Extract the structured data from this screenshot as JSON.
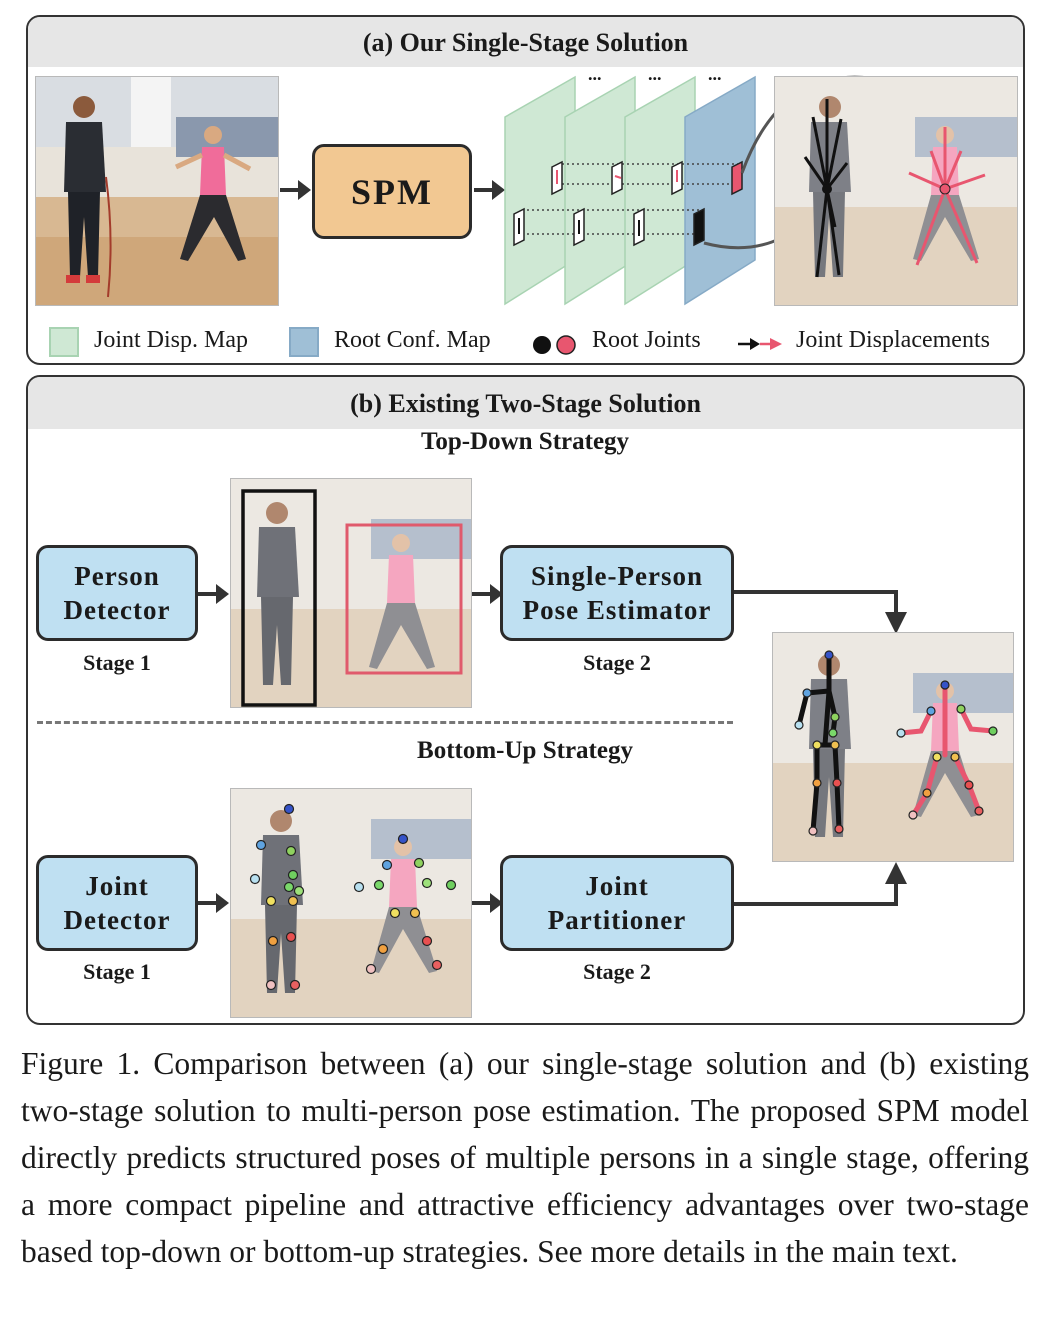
{
  "panel_a": {
    "title": "(a) Our Single-Stage Solution",
    "spm_label": "SPM",
    "map_dots": [
      "...",
      "...",
      "..."
    ],
    "legend": {
      "joint_disp": "Joint Disp. Map",
      "root_conf": "Root Conf. Map",
      "root_joints": "Root Joints",
      "joint_displacements": "Joint Displacements"
    },
    "colors": {
      "joint_disp_map": "#cfe8d4",
      "root_conf_map": "#9fbfd6",
      "root_pink": "#e8566f",
      "spm_box": "#f2c892"
    }
  },
  "panel_b": {
    "title": "(b) Existing Two-Stage Solution",
    "top_down": {
      "heading": "Top-Down Strategy",
      "box1_line1": "Person",
      "box1_line2": "Detector",
      "stage1": "Stage 1",
      "box2_line1": "Single-Person",
      "box2_line2": "Pose Estimator",
      "stage2": "Stage 2"
    },
    "bottom_up": {
      "heading": "Bottom-Up Strategy",
      "box1_line1": "Joint",
      "box1_line2": "Detector",
      "stage1": "Stage 1",
      "box2_line1": "Joint",
      "box2_line2": "Partitioner",
      "stage2": "Stage 2"
    },
    "colors": {
      "box_fill": "#bfe0f2",
      "bbox_red": "#e05a6c"
    }
  },
  "caption": "Figure 1. Comparison between (a) our single-stage solution and (b) existing two-stage solution to multi-person pose estimation. The proposed SPM model directly predicts structured poses of multiple persons in a single stage, offering a more compact pipeline and attractive efficiency advantages over two-stage based top-down or bottom-up strategies. See more details in the main text."
}
